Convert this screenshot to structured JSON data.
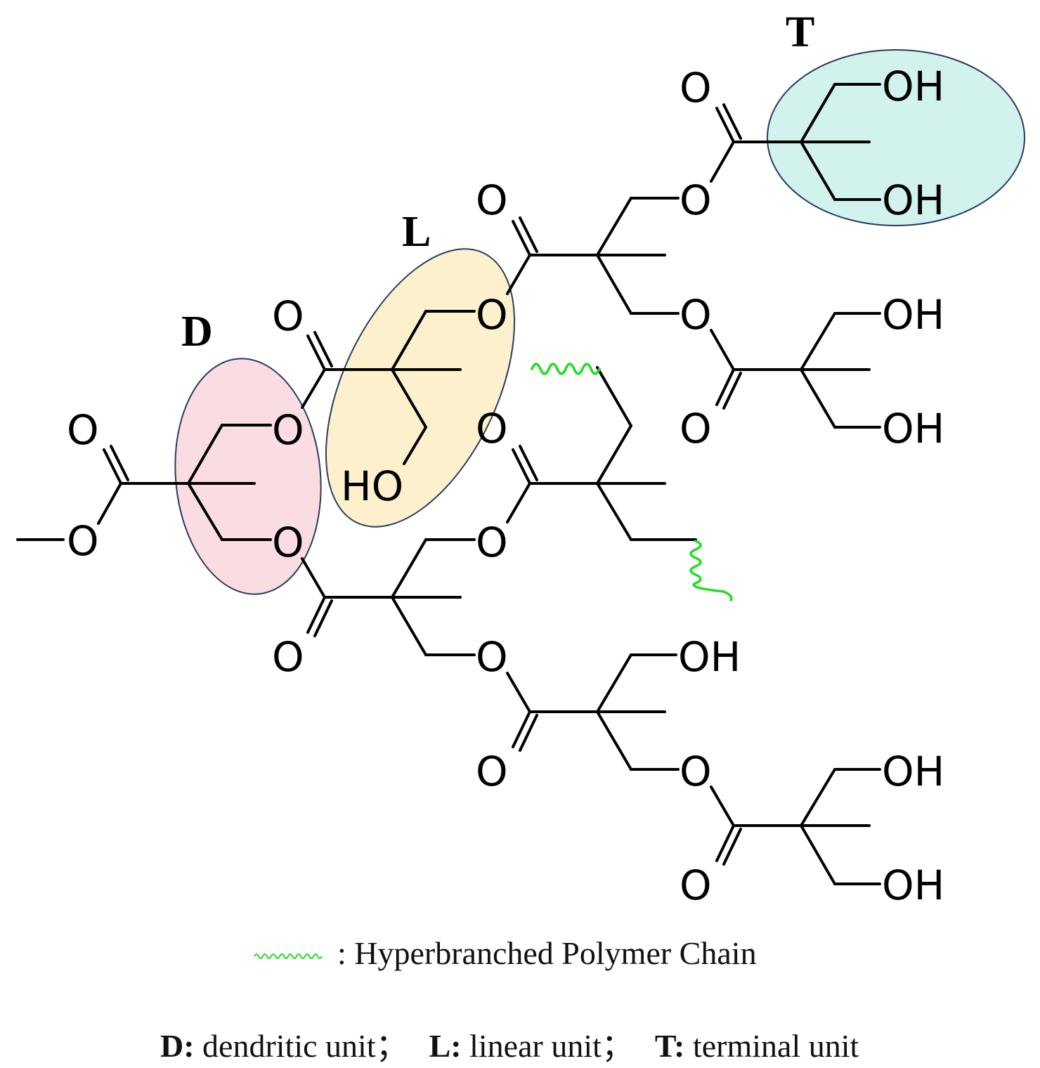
{
  "unit_labels": {
    "D": "D",
    "L": "L",
    "T": "T"
  },
  "atom_labels": {
    "O": "O",
    "OH": "OH",
    "HO": "HO"
  },
  "legend": {
    "chain_text": ": Hyperbranched Polymer Chain",
    "units": [
      {
        "key": "D:",
        "text": " dendritic unit；"
      },
      {
        "key": "L:",
        "text": " linear unit；"
      },
      {
        "key": "T:",
        "text": " terminal unit"
      }
    ]
  },
  "colors": {
    "dendritic_fill": "#f9dde3",
    "linear_fill": "#fdf0cc",
    "terminal_fill": "#d2f2ee",
    "ellipse_stroke": "#2a3a60",
    "chain_wave": "#22dd22"
  }
}
